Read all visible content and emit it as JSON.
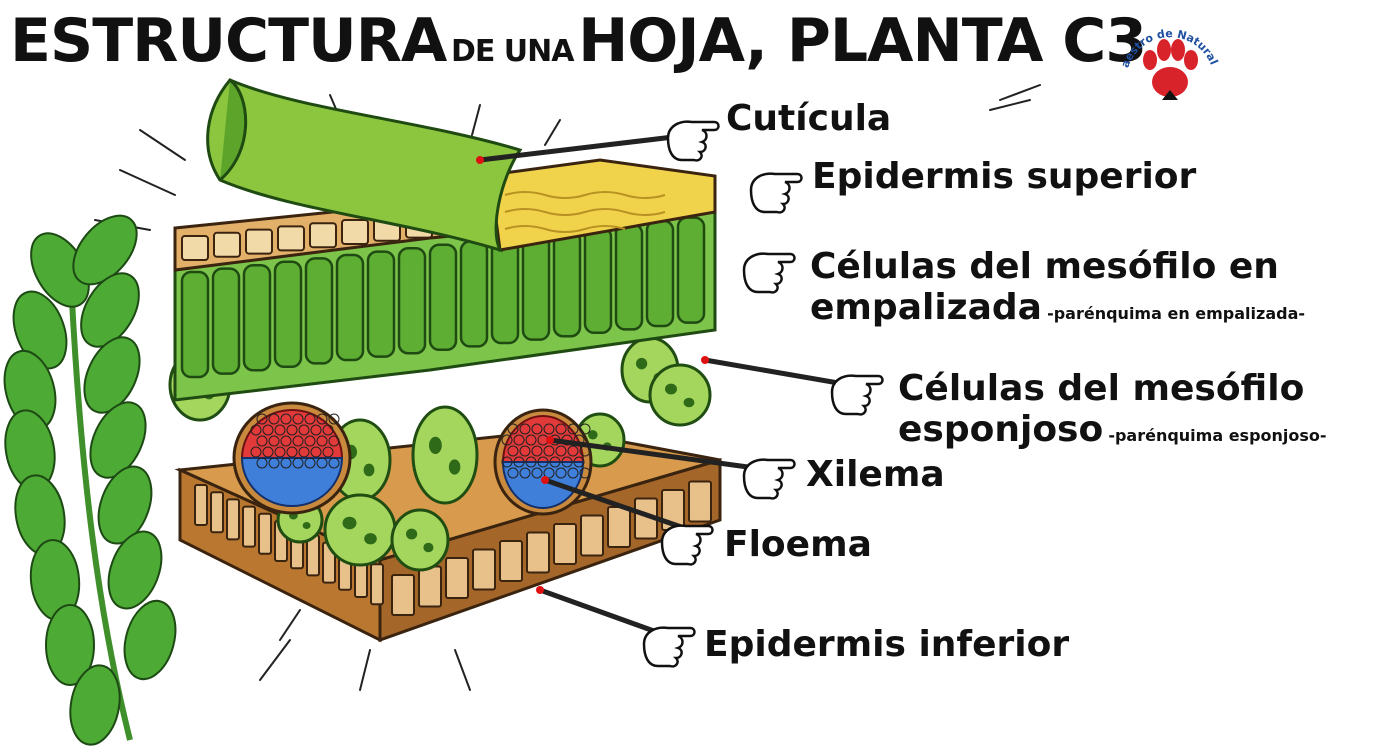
{
  "title": {
    "part1": "ESTRUCTURA",
    "part2": "DE UNA",
    "part3": "HOJA, PLANTA C3"
  },
  "logo": {
    "text": "Maestro de Naturales",
    "colors": {
      "paw": "#d9232a",
      "text": "#1f4fa0"
    }
  },
  "labels": {
    "cuticula": "Cutícula",
    "epidermis_superior": "Epidermis superior",
    "empalizada_line1": "Células del mesófilo en",
    "empalizada_line2": "empalizada",
    "empalizada_note": "-parénquima en empalizada-",
    "esponjoso_line1": "Células del mesófilo",
    "esponjoso_line2": "esponjoso",
    "esponjoso_note": "-parénquima esponjoso-",
    "xilema": "Xilema",
    "floema": "Floema",
    "epidermis_inferior": "Epidermis inferior"
  },
  "colors": {
    "cuticle": "#8cc63f",
    "upper_epidermis": "#f2d94e",
    "palisade": "#6fbf3a",
    "spongy": "#a4d65e",
    "xylem": "#e23a3a",
    "phloem": "#3f7fd9",
    "lower_epidermis": "#c98a3e",
    "leaves": "#4daa34"
  }
}
